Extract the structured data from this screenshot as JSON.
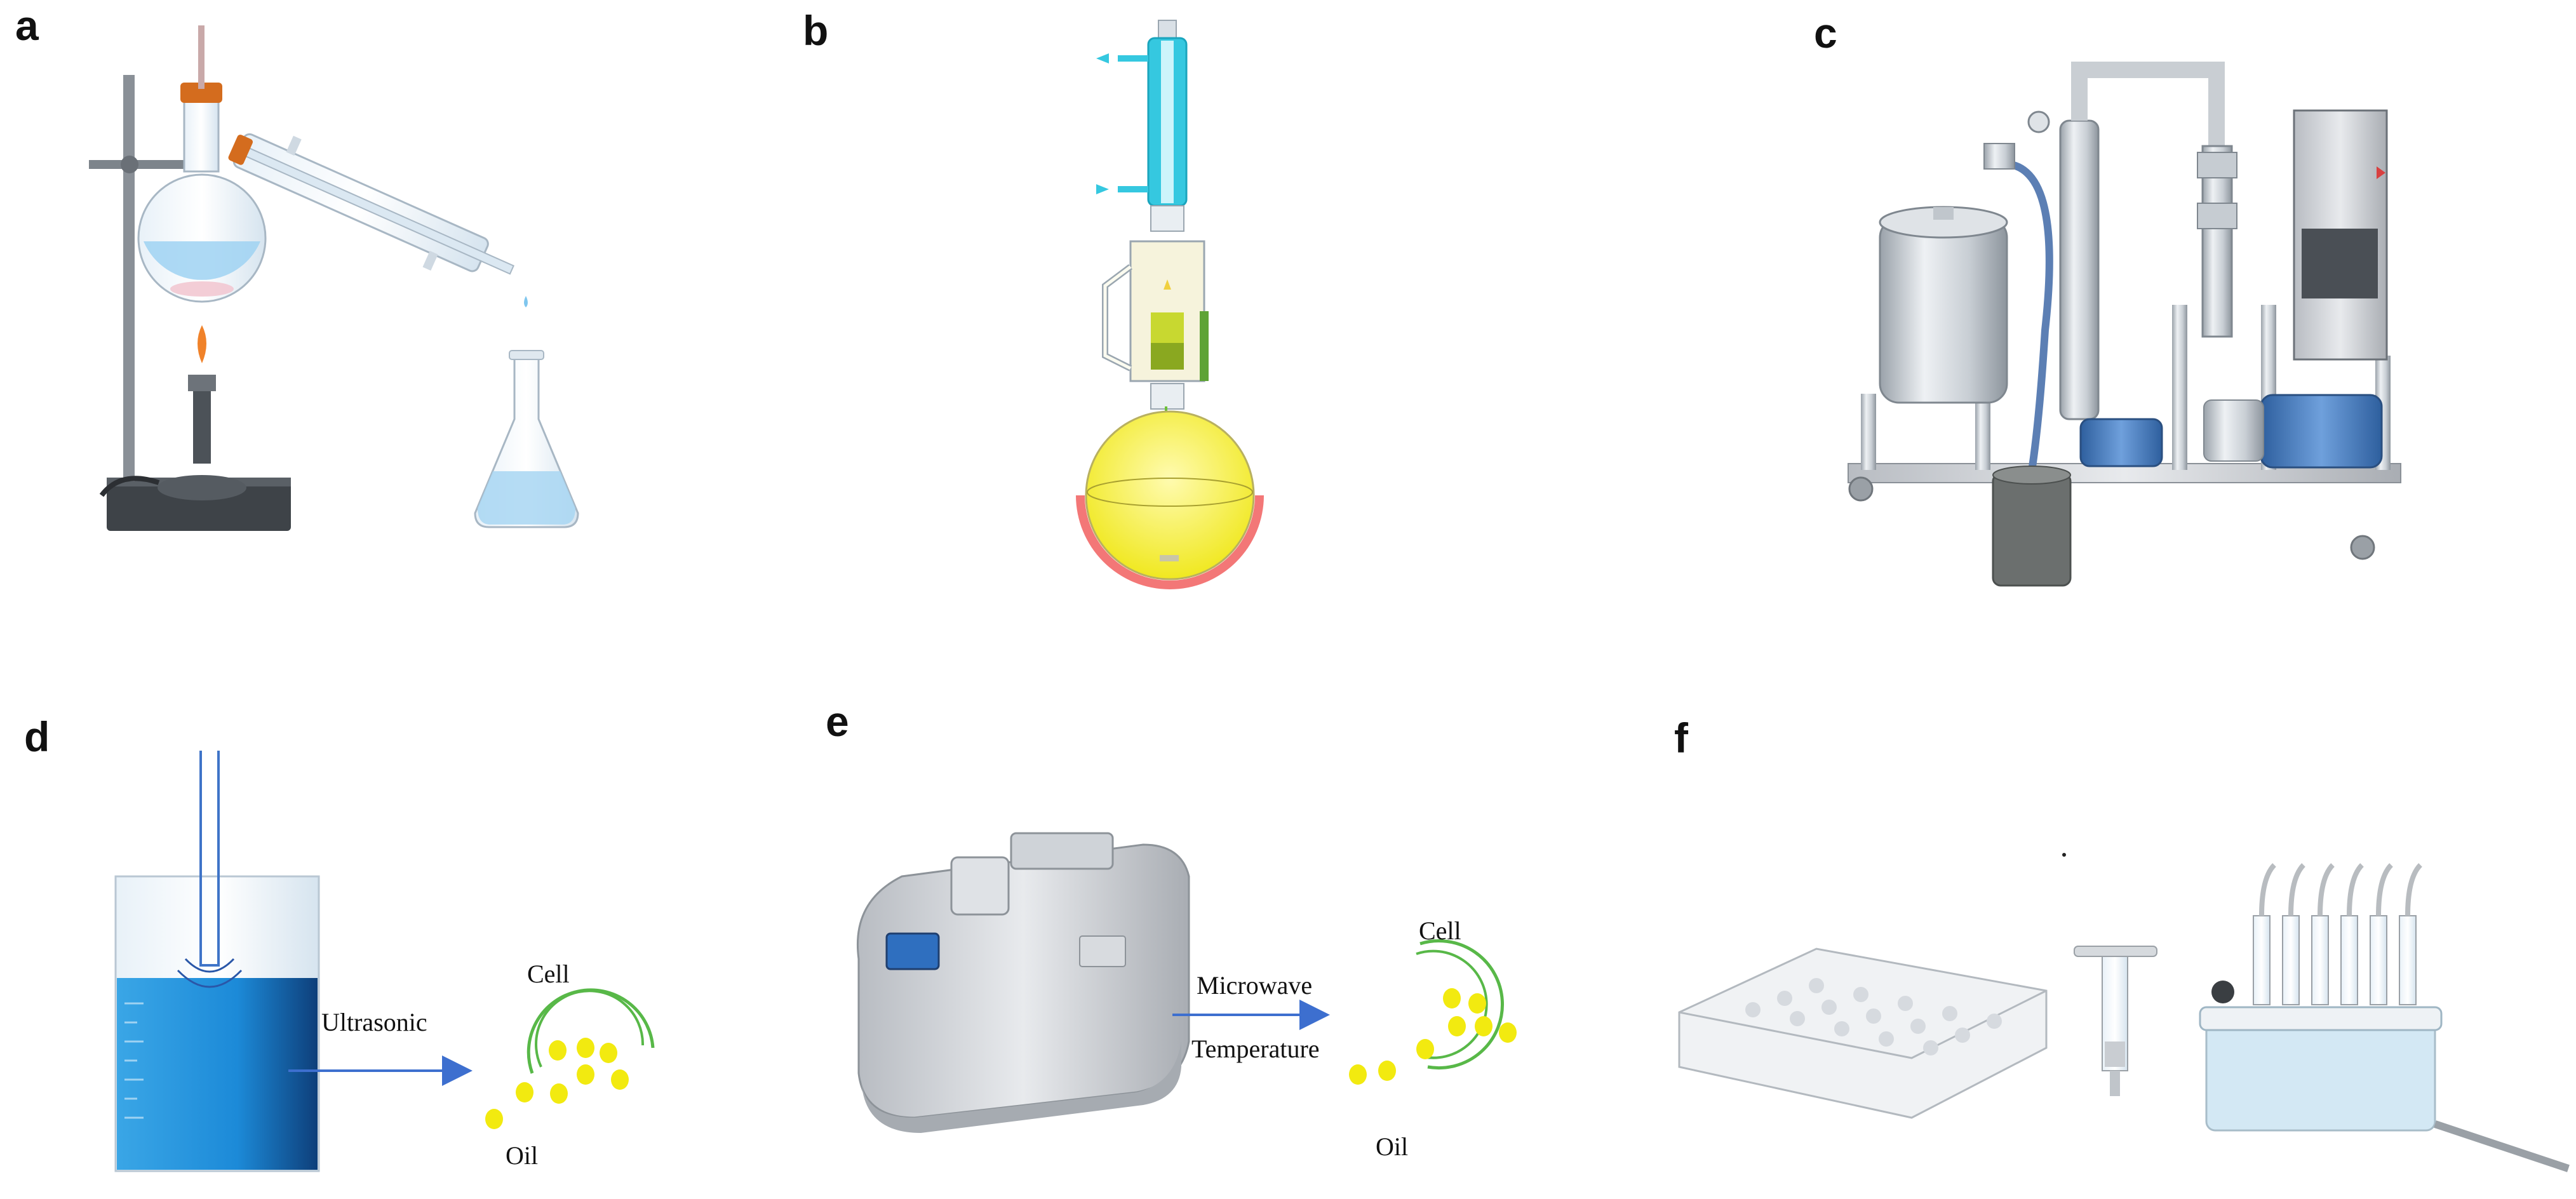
{
  "panels": {
    "a": {
      "letter": "a"
    },
    "b": {
      "letter": "b"
    },
    "c": {
      "letter": "c"
    },
    "d": {
      "letter": "d",
      "arrow_label": "Ultrasonic",
      "cell_label": "Cell",
      "oil_label": "Oil"
    },
    "e": {
      "letter": "e",
      "arrow_label_1": "Microwave",
      "arrow_label_2": "Temperature",
      "cell_label": "Cell",
      "oil_label": "Oil"
    },
    "f": {
      "letter": "f"
    }
  },
  "colors": {
    "condenser_water": "#33ccdd",
    "flask_yellow": "#f3ee3a",
    "heating_mantle": "#ee4444",
    "ultrasonic_water": "#1e90d8",
    "oil_droplet": "#f2ea10",
    "cell_wall": "#58b848",
    "arrow": "#3d6fcf",
    "pump_blue": "#4a7cc0"
  }
}
